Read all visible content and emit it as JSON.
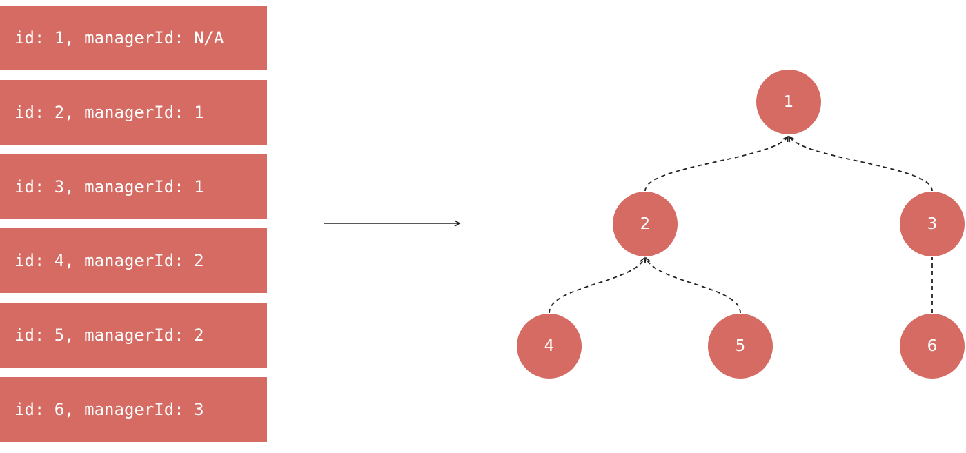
{
  "colors": {
    "fill": "#d66b63",
    "text": "#ffffff",
    "lines": "#222222"
  },
  "records": [
    {
      "text": "id: 1, managerId: N/A"
    },
    {
      "text": "id: 2, managerId: 1"
    },
    {
      "text": "id: 3, managerId: 1"
    },
    {
      "text": "id: 4, managerId: 2"
    },
    {
      "text": "id: 5, managerId: 2"
    },
    {
      "text": "id: 6, managerId: 3"
    }
  ],
  "tree": {
    "nodes": [
      {
        "label": "1"
      },
      {
        "label": "2"
      },
      {
        "label": "3"
      },
      {
        "label": "4"
      },
      {
        "label": "5"
      },
      {
        "label": "6"
      }
    ],
    "edges": [
      {
        "from": "2",
        "to": "1"
      },
      {
        "from": "3",
        "to": "1"
      },
      {
        "from": "4",
        "to": "2"
      },
      {
        "from": "5",
        "to": "2"
      },
      {
        "from": "6",
        "to": "3"
      }
    ]
  }
}
